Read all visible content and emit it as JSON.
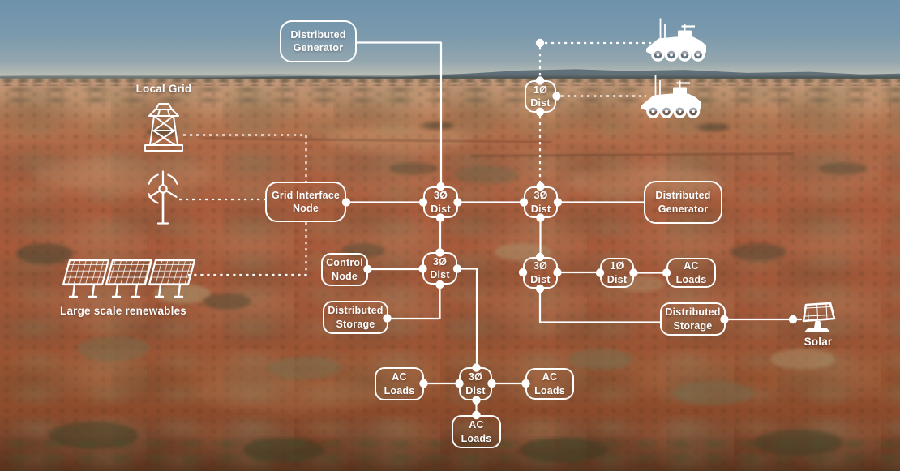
{
  "diagram": {
    "colors": {
      "line": "#ffffff",
      "text": "#ffffff"
    },
    "nodes": {
      "distributed_generator_top": "Distributed\nGenerator",
      "grid_interface": "Grid Interface\nNode",
      "control_node": "Control\nNode",
      "distributed_storage_left": "Distributed\nStorage",
      "dist3_top_left": "3Ø\nDist",
      "dist3_top_right": "3Ø\nDist",
      "dist3_mid_left": "3Ø\nDist",
      "dist3_mid_right": "3Ø\nDist",
      "dist3_bottom": "3Ø\nDist",
      "dist1_top": "1Ø\nDist",
      "dist1_right": "1Ø\nDist",
      "distributed_generator_right": "Distributed\nGenerator",
      "distributed_storage_right": "Distributed\nStorage",
      "ac_loads_right": "AC\nLoads",
      "ac_loads_bottom_left": "AC\nLoads",
      "ac_loads_bottom_right": "AC\nLoads",
      "ac_loads_bottom_center": "AC\nLoads"
    },
    "photo_labels": {
      "local_grid": "Local Grid",
      "large_scale_renewables": "Large scale renewables",
      "solar": "Solar"
    },
    "icons": {
      "transmission_tower": "transmission-tower-icon",
      "wind_turbine": "wind-turbine-icon",
      "solar_array": "solar-array-icon",
      "military_vehicle_top": "military-vehicle-icon",
      "military_vehicle_bottom": "military-vehicle-icon",
      "solar_panel": "solar-panel-icon"
    }
  }
}
